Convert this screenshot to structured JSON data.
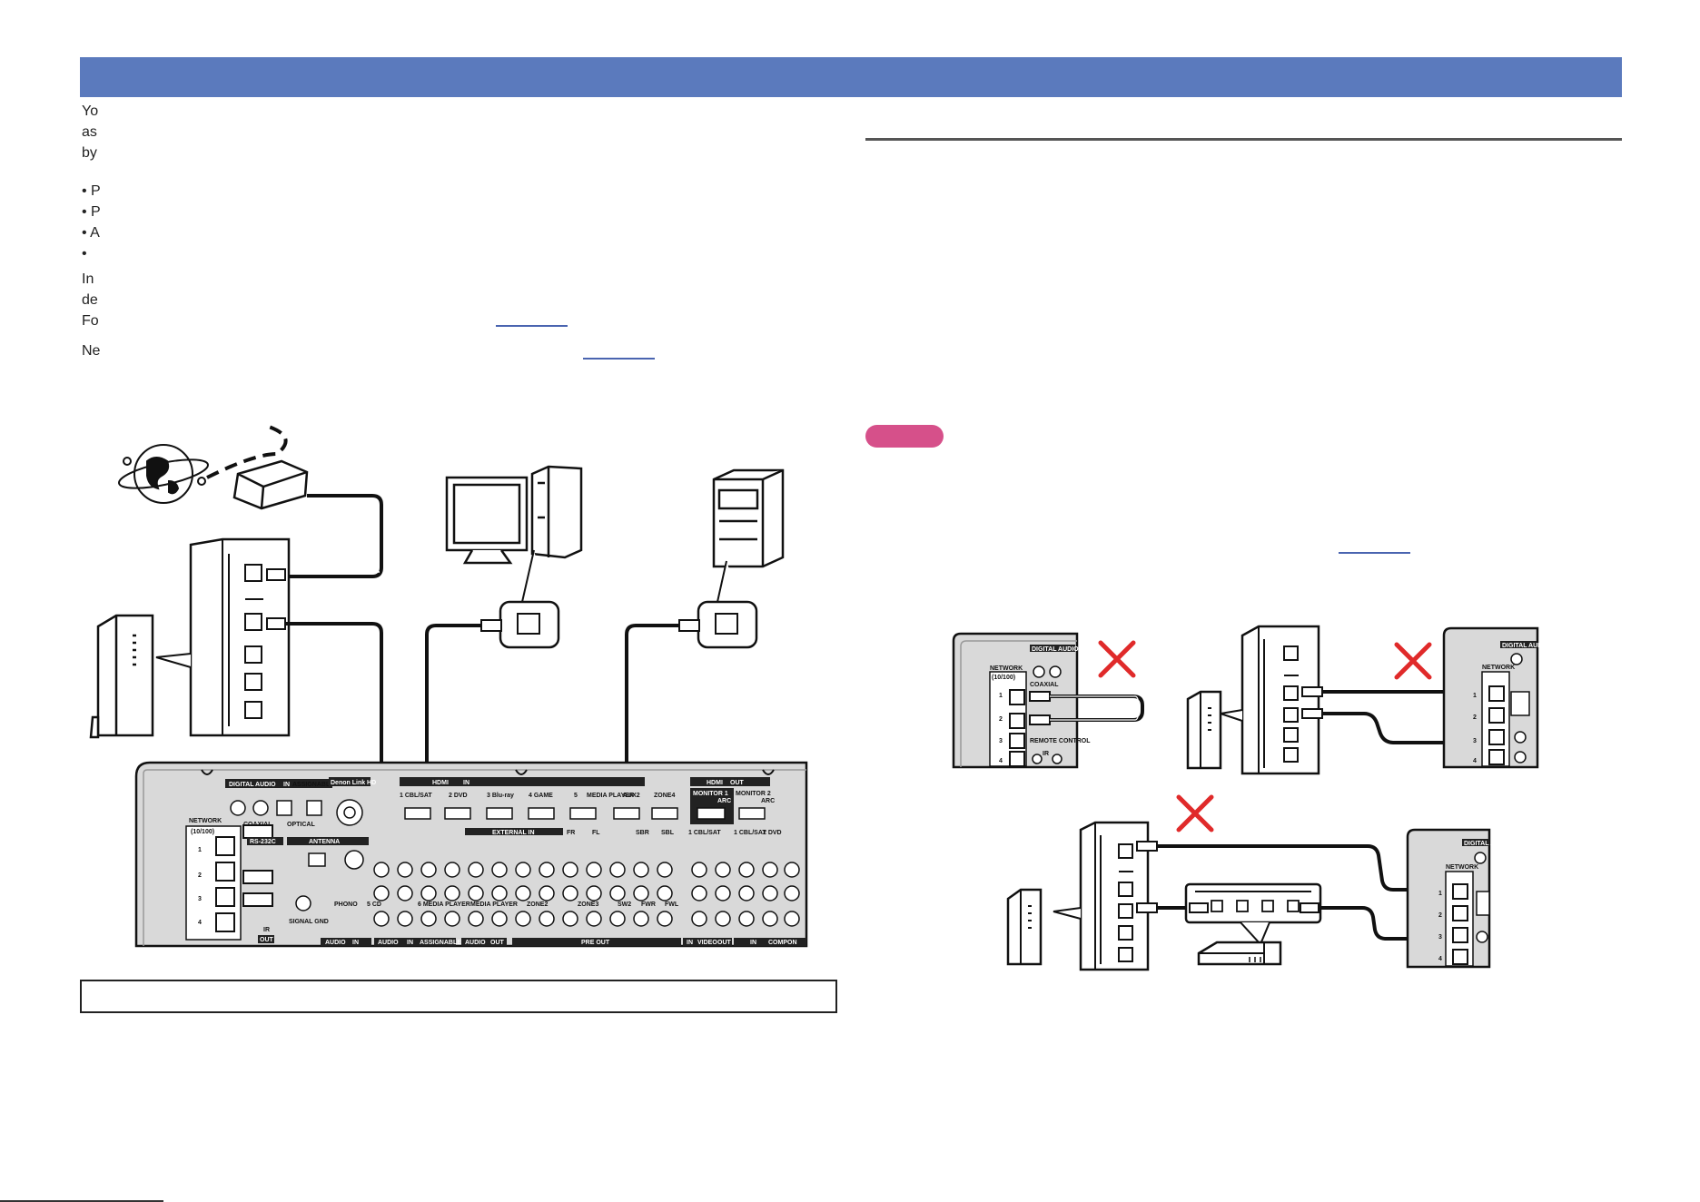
{
  "left_column": {
    "intro_lines": [
      "Yo",
      "as",
      "by"
    ],
    "bullets": [
      "• P",
      "• P",
      "• A",
      "•"
    ],
    "para2_lines": [
      "In",
      "de",
      "Fo"
    ],
    "para3_lines": [
      "Ne"
    ]
  },
  "rear_panel_main": {
    "network": "NETWORK",
    "network_sub": "(10/100)",
    "ports": [
      "1",
      "2",
      "3",
      "4"
    ],
    "digital_audio": "DIGITAL AUDIO",
    "in_badge": "IN",
    "coaxial": "COAXIAL",
    "optical": "OPTICAL",
    "assignable": "ASSIGNABLE",
    "denon_link": "Denon Link HD",
    "rs232": "RS-232C",
    "antenna": "ANTENNA",
    "hdmi": "HDMI",
    "out_badge": "OUT",
    "hdmi_inputs": [
      "1 CBL/SAT",
      "2 DVD",
      "3 Blu-ray",
      "4 GAME",
      "5",
      "MEDIA PLAYER",
      "AUX2"
    ],
    "zone4": "ZONE4",
    "monitor1": "MONITOR 1",
    "monitor2": "MONITOR 2",
    "arc": "ARC",
    "external_in": "EXTERNAL IN",
    "ir": "IR",
    "signal_gnd": "SIGNAL GND",
    "phono": "PHONO",
    "cd": "5 CD",
    "media_player_in": "6 MEDIA PLAYER",
    "media_player_out": "MEDIA PLAYER",
    "zone2": "ZONE2",
    "zone3": "ZONE3",
    "audio": "AUDIO",
    "pre_out": "PRE OUT",
    "video": "VIDEO",
    "component": "COMPON",
    "sw2": "SW2",
    "fwr": "FWR",
    "fwl": "FWL",
    "cbl_sat": "1 CBL/SAT",
    "dvd": "2 DVD",
    "blu_ray": "3 Blu-ray",
    "fr": "FR",
    "fl": "FL",
    "sbr": "SBR",
    "sbl": "SBL"
  },
  "small_panel": {
    "digital_audio": "DIGITAL AUDIO",
    "network": "NETWORK",
    "network_sub": "(10/100)",
    "coaxial": "COAXIAL",
    "remote_control": "REMOTE CONTROL",
    "ir": "IR",
    "ports": [
      "1",
      "2",
      "3",
      "4"
    ]
  },
  "colors": {
    "header": "#5b7abd",
    "note_badge": "#d6508a",
    "cross": "#e02a2a",
    "panel": "#d9d9d9"
  }
}
